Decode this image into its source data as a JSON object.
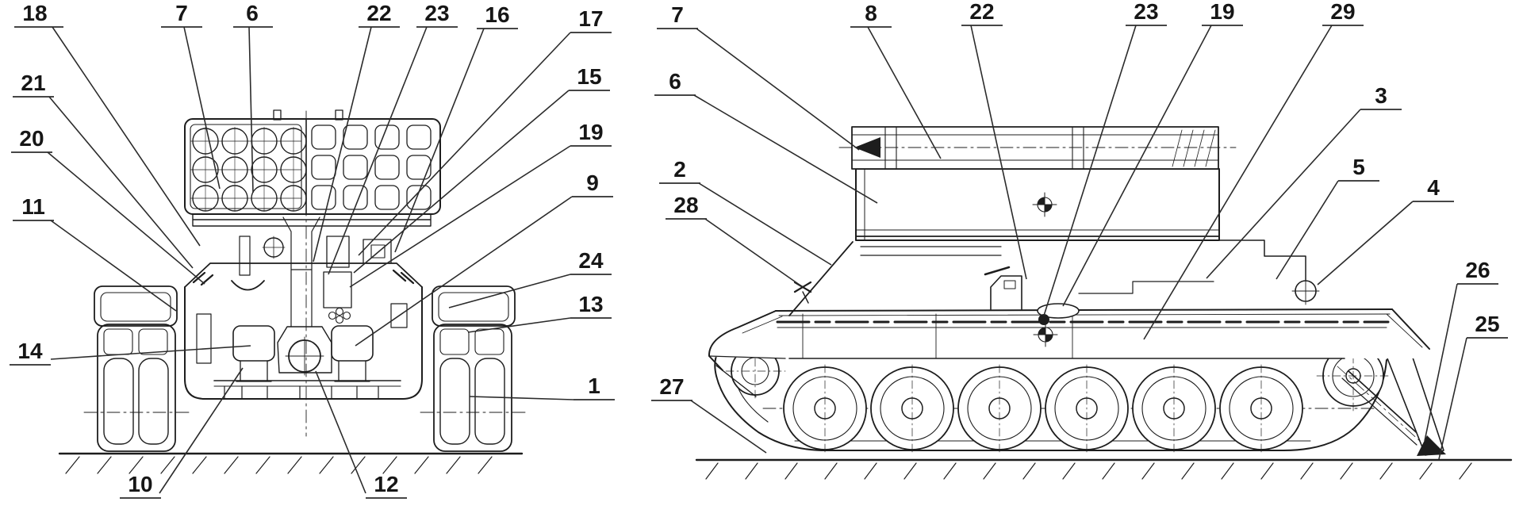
{
  "figure": {
    "kind": "technical-line-drawing",
    "background_color": "#ffffff",
    "line_color": "#1d1d1d",
    "label_color": "#161616"
  },
  "views": [
    {
      "id": "front",
      "labels": [
        {
          "n": "18",
          "t": [
            44,
            26
          ],
          "u": [
            18,
            80,
            34
          ],
          "l": [
            [
              66,
              34
            ],
            [
              252,
              310
            ]
          ]
        },
        {
          "n": "7",
          "t": [
            229,
            26
          ],
          "u": [
            203,
            255,
            34
          ],
          "l": [
            [
              232,
              34
            ],
            [
              277,
              238
            ]
          ]
        },
        {
          "n": "6",
          "t": [
            318,
            26
          ],
          "u": [
            294,
            344,
            34
          ],
          "l": [
            [
              314,
              34
            ],
            [
              319,
              243
            ]
          ]
        },
        {
          "n": "22",
          "t": [
            478,
            26
          ],
          "u": [
            452,
            504,
            34
          ],
          "l": [
            [
              468,
              34
            ],
            [
              395,
              330
            ]
          ]
        },
        {
          "n": "23",
          "t": [
            551,
            26
          ],
          "u": [
            525,
            577,
            34
          ],
          "l": [
            [
              538,
              34
            ],
            [
              414,
              346
            ]
          ]
        },
        {
          "n": "16",
          "t": [
            627,
            28
          ],
          "u": [
            601,
            653,
            36
          ],
          "l": [
            [
              610,
              36
            ],
            [
              498,
              318
            ]
          ]
        },
        {
          "n": "21",
          "t": [
            42,
            114
          ],
          "u": [
            16,
            68,
            122
          ],
          "l": [
            [
              62,
              122
            ],
            [
              243,
              338
            ]
          ]
        },
        {
          "n": "20",
          "t": [
            40,
            184
          ],
          "u": [
            14,
            66,
            192
          ],
          "l": [
            [
              60,
              192
            ],
            [
              258,
              358
            ]
          ]
        },
        {
          "n": "11",
          "t": [
            42,
            270
          ],
          "u": [
            16,
            68,
            278
          ],
          "l": [
            [
              64,
              278
            ],
            [
              222,
              392
            ]
          ]
        },
        {
          "n": "14",
          "t": [
            38,
            452
          ],
          "u": [
            12,
            64,
            460
          ],
          "l": [
            [
              64,
              453
            ],
            [
              316,
              436
            ]
          ]
        },
        {
          "n": "17",
          "t": [
            745,
            33
          ],
          "u": [
            719,
            771,
            41
          ],
          "l": [
            [
              719,
              41
            ],
            [
              452,
              322
            ]
          ]
        },
        {
          "n": "15",
          "t": [
            743,
            106
          ],
          "u": [
            717,
            769,
            114
          ],
          "l": [
            [
              717,
              114
            ],
            [
              446,
              344
            ]
          ]
        },
        {
          "n": "19",
          "t": [
            745,
            176
          ],
          "u": [
            719,
            771,
            184
          ],
          "l": [
            [
              719,
              184
            ],
            [
              441,
              362
            ]
          ]
        },
        {
          "n": "9",
          "t": [
            747,
            240
          ],
          "u": [
            721,
            773,
            248
          ],
          "l": [
            [
              721,
              248
            ],
            [
              448,
              436
            ]
          ]
        },
        {
          "n": "24",
          "t": [
            745,
            338
          ],
          "u": [
            719,
            771,
            346
          ],
          "l": [
            [
              719,
              346
            ],
            [
              566,
              388
            ]
          ]
        },
        {
          "n": "13",
          "t": [
            745,
            393
          ],
          "u": [
            719,
            771,
            401
          ],
          "l": [
            [
              719,
              401
            ],
            [
              590,
              419
            ]
          ]
        },
        {
          "n": "1",
          "t": [
            749,
            496
          ],
          "u": [
            723,
            775,
            504
          ],
          "l": [
            [
              723,
              504
            ],
            [
              592,
              500
            ]
          ]
        },
        {
          "n": "10",
          "t": [
            177,
            620
          ],
          "u": [
            151,
            203,
            628
          ],
          "l": [
            [
              201,
              622
            ],
            [
              306,
              464
            ]
          ]
        },
        {
          "n": "12",
          "t": [
            487,
            620
          ],
          "u": [
            461,
            513,
            628
          ],
          "l": [
            [
              461,
              622
            ],
            [
              398,
              468
            ]
          ]
        }
      ]
    },
    {
      "id": "side",
      "labels": [
        {
          "n": "7",
          "t": [
            854,
            28
          ],
          "u": [
            828,
            880,
            36
          ],
          "l": [
            [
              878,
              36
            ],
            [
              1083,
              189
            ]
          ]
        },
        {
          "n": "6",
          "t": [
            851,
            112
          ],
          "u": [
            825,
            877,
            120
          ],
          "l": [
            [
              875,
              120
            ],
            [
              1106,
              256
            ]
          ]
        },
        {
          "n": "2",
          "t": [
            857,
            223
          ],
          "u": [
            831,
            883,
            231
          ],
          "l": [
            [
              881,
              231
            ],
            [
              1048,
              334
            ]
          ]
        },
        {
          "n": "28",
          "t": [
            865,
            268
          ],
          "u": [
            839,
            891,
            276
          ],
          "l": [
            [
              889,
              276
            ],
            [
              1012,
              362
            ]
          ]
        },
        {
          "n": "27",
          "t": [
            847,
            497
          ],
          "u": [
            821,
            873,
            505
          ],
          "l": [
            [
              871,
              505
            ],
            [
              966,
              571
            ]
          ]
        },
        {
          "n": "8",
          "t": [
            1098,
            26
          ],
          "u": [
            1072,
            1124,
            34
          ],
          "l": [
            [
              1094,
              34
            ],
            [
              1186,
              200
            ]
          ]
        },
        {
          "n": "22",
          "t": [
            1238,
            24
          ],
          "u": [
            1212,
            1264,
            32
          ],
          "l": [
            [
              1224,
              32
            ],
            [
              1294,
              352
            ]
          ]
        },
        {
          "n": "23",
          "t": [
            1445,
            24
          ],
          "u": [
            1419,
            1471,
            32
          ],
          "l": [
            [
              1432,
              32
            ],
            [
              1316,
              398
            ]
          ]
        },
        {
          "n": "19",
          "t": [
            1541,
            24
          ],
          "u": [
            1515,
            1567,
            32
          ],
          "l": [
            [
              1527,
              32
            ],
            [
              1340,
              386
            ]
          ]
        },
        {
          "n": "29",
          "t": [
            1693,
            24
          ],
          "u": [
            1667,
            1719,
            32
          ],
          "l": [
            [
              1679,
              32
            ],
            [
              1442,
              428
            ]
          ]
        },
        {
          "n": "3",
          "t": [
            1741,
            130
          ],
          "u": [
            1715,
            1767,
            138
          ],
          "l": [
            [
              1715,
              138
            ],
            [
              1521,
              351
            ]
          ]
        },
        {
          "n": "5",
          "t": [
            1713,
            220
          ],
          "u": [
            1687,
            1739,
            228
          ],
          "l": [
            [
              1687,
              228
            ],
            [
              1609,
              352
            ]
          ]
        },
        {
          "n": "4",
          "t": [
            1807,
            246
          ],
          "u": [
            1781,
            1833,
            254
          ],
          "l": [
            [
              1781,
              254
            ],
            [
              1661,
              359
            ]
          ]
        },
        {
          "n": "26",
          "t": [
            1863,
            350
          ],
          "u": [
            1837,
            1889,
            358
          ],
          "l": [
            [
              1837,
              358
            ],
            [
              1796,
              556
            ]
          ]
        },
        {
          "n": "25",
          "t": [
            1875,
            418
          ],
          "u": [
            1849,
            1901,
            426
          ],
          "l": [
            [
              1849,
              426
            ],
            [
              1814,
              579
            ]
          ]
        }
      ]
    }
  ]
}
